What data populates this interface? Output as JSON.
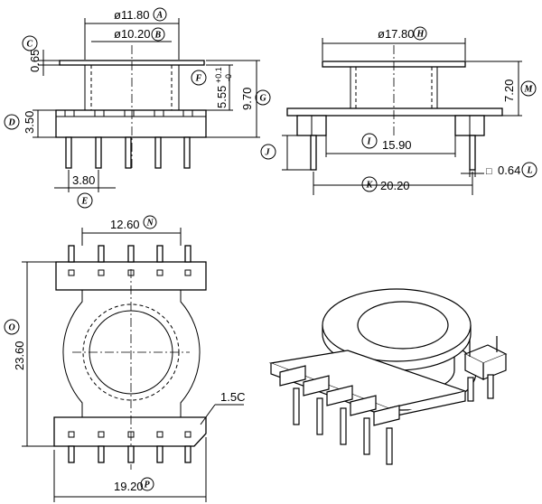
{
  "dimensions": {
    "A": {
      "value": "ø11.80",
      "tag": "A"
    },
    "B": {
      "value": "ø10.20",
      "tag": "B"
    },
    "C": {
      "value": "0.65",
      "tag": "C"
    },
    "D": {
      "value": "3.50",
      "tag": "D"
    },
    "E": {
      "value": "3.80",
      "tag": "E"
    },
    "F": {
      "value": "5.55",
      "tol_upper": "+0.1",
      "tol_lower": "-0",
      "tag": "F"
    },
    "G": {
      "value": "9.70",
      "tag": "G"
    },
    "H": {
      "value": "ø17.80",
      "tag": "H"
    },
    "I": {
      "value": "15.90",
      "tag": "I"
    },
    "J": {
      "value": "",
      "tag": "J"
    },
    "K": {
      "value": "20.20",
      "tag": "K"
    },
    "L": {
      "value": "0.64",
      "tag": "L"
    },
    "M": {
      "value": "7.20",
      "tag": "M"
    },
    "N": {
      "value": "12.60",
      "tag": "N"
    },
    "O": {
      "value": "23.60",
      "tag": "O"
    },
    "P": {
      "value": "19.20",
      "tag": "P"
    }
  },
  "chamfer_note": "1.5C",
  "square_symbol": "□"
}
